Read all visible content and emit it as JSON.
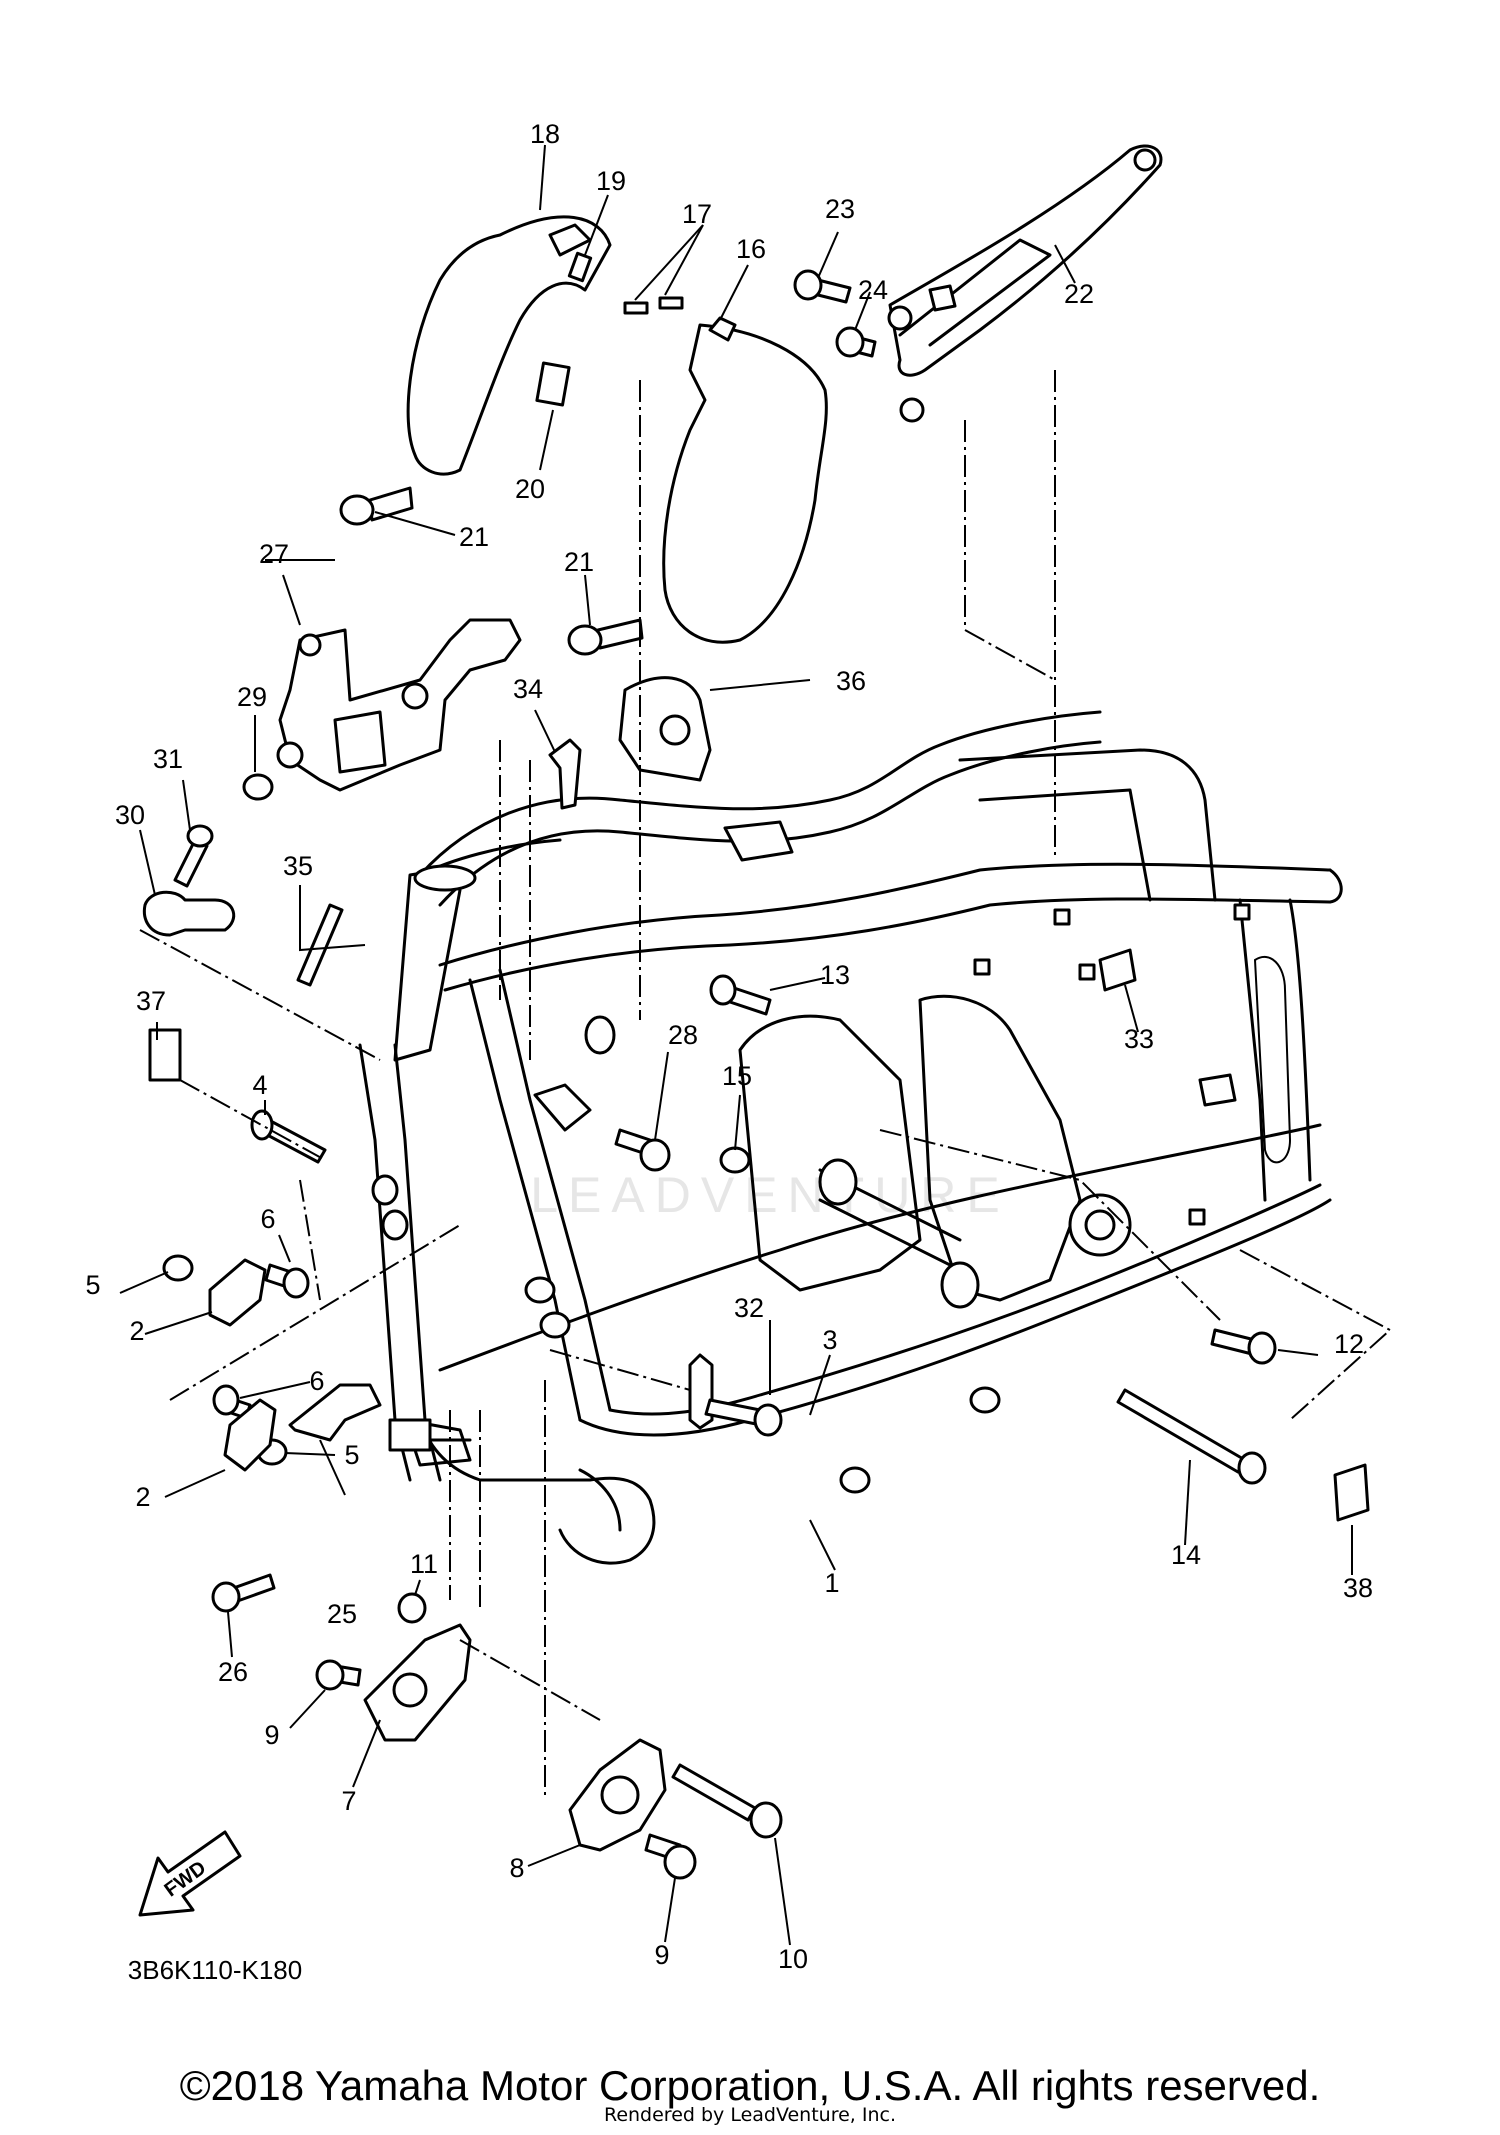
{
  "diagram": {
    "watermark": "LEADVENTURE",
    "diagram_code": "3B6K110-K180",
    "fwd_label": "FWD",
    "callouts": [
      {
        "id": "c1",
        "label": "1"
      },
      {
        "id": "c2a",
        "label": "2"
      },
      {
        "id": "c2b",
        "label": "2"
      },
      {
        "id": "c3",
        "label": "3"
      },
      {
        "id": "c4",
        "label": "4"
      },
      {
        "id": "c5a",
        "label": "5"
      },
      {
        "id": "c5b",
        "label": "5"
      },
      {
        "id": "c6a",
        "label": "6"
      },
      {
        "id": "c6b",
        "label": "6"
      },
      {
        "id": "c7",
        "label": "7"
      },
      {
        "id": "c8",
        "label": "8"
      },
      {
        "id": "c9a",
        "label": "9"
      },
      {
        "id": "c9b",
        "label": "9"
      },
      {
        "id": "c10",
        "label": "10"
      },
      {
        "id": "c11",
        "label": "11"
      },
      {
        "id": "c12",
        "label": "12"
      },
      {
        "id": "c13",
        "label": "13"
      },
      {
        "id": "c14",
        "label": "14"
      },
      {
        "id": "c15",
        "label": "15"
      },
      {
        "id": "c16",
        "label": "16"
      },
      {
        "id": "c17",
        "label": "17"
      },
      {
        "id": "c18",
        "label": "18"
      },
      {
        "id": "c19",
        "label": "19"
      },
      {
        "id": "c20",
        "label": "20"
      },
      {
        "id": "c21a",
        "label": "21"
      },
      {
        "id": "c21b",
        "label": "21"
      },
      {
        "id": "c22",
        "label": "22"
      },
      {
        "id": "c23",
        "label": "23"
      },
      {
        "id": "c24",
        "label": "24"
      },
      {
        "id": "c25",
        "label": "25"
      },
      {
        "id": "c26",
        "label": "26"
      },
      {
        "id": "c27",
        "label": "27"
      },
      {
        "id": "c28",
        "label": "28"
      },
      {
        "id": "c29",
        "label": "29"
      },
      {
        "id": "c30",
        "label": "30"
      },
      {
        "id": "c31",
        "label": "31"
      },
      {
        "id": "c32",
        "label": "32"
      },
      {
        "id": "c33",
        "label": "33"
      },
      {
        "id": "c34",
        "label": "34"
      },
      {
        "id": "c35",
        "label": "35"
      },
      {
        "id": "c36",
        "label": "36"
      },
      {
        "id": "c37",
        "label": "37"
      },
      {
        "id": "c38",
        "label": "38"
      }
    ]
  },
  "footer": {
    "copyright": "©2018 Yamaha Motor Corporation, U.S.A. All rights reserved.",
    "rendered_by": "Rendered by LeadVenture, Inc."
  }
}
